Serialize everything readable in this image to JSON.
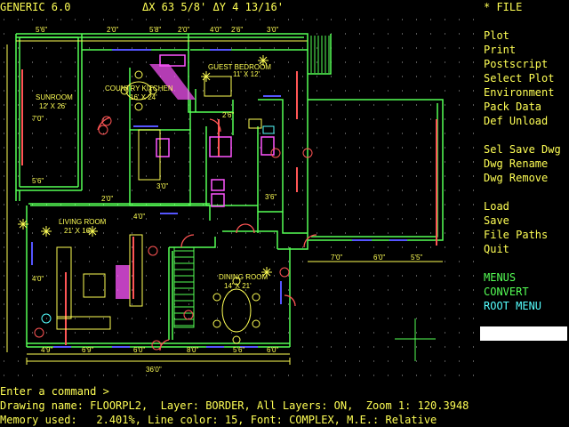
{
  "title_bar": {
    "app": "GENERIC 6.0",
    "coords": "ΔX 63 5/8' ΔY 4 13/16'"
  },
  "menu": {
    "header": "* FILE",
    "group1": [
      "Plot",
      "Print",
      "Postscript",
      "Select Plot",
      "Environment",
      "Pack Data",
      "Def Unload"
    ],
    "group2": [
      "Sel Save Dwg",
      "Dwg Rename",
      "Dwg Remove"
    ],
    "group3": [
      "Load",
      "Save",
      "File Paths",
      "Quit"
    ],
    "group4": [
      {
        "label": "MENUS",
        "color": "#55ff55"
      },
      {
        "label": "CONVERT",
        "color": "#55ff55"
      },
      {
        "label": "ROOT MENU",
        "color": "#55ffff"
      }
    ],
    "input_value": ""
  },
  "drawing": {
    "room_labels": {
      "sunroom": "SUNROOM",
      "sunroom_size": "12' X 26'",
      "kitchen": "COUNTRY KITCHEN",
      "kitchen_size": "16' X 24'",
      "bedroom": "GUEST BEDROOM",
      "bedroom_size": "11' X 12'",
      "living": "LIVING ROOM",
      "living_size": "21' X 16'",
      "dining": "DINING ROOM",
      "dining_size": "14' X 21'"
    },
    "dimensions": {
      "bottom_total": "36'0\"",
      "bottom_segments": [
        "4'9\"",
        "6'9\"",
        "6'0\"",
        "8'0\"",
        "5'6\"",
        "6'0\""
      ],
      "top_segments": [
        "5'6\"",
        "2'0\"",
        "5'8\"",
        "2'0\"",
        "4'0\"",
        "2'6\"",
        "3'0\""
      ],
      "patio": [
        "7'0\"",
        "6'0\"",
        "5'5\""
      ],
      "left_side": [
        "5'6\"",
        "7'0\"",
        "4'0\""
      ],
      "inner": [
        "3'0\"",
        "2'0\"",
        "2'6\"",
        "3'6\"",
        "4'0\""
      ]
    },
    "colors": {
      "wall": "#55ff55",
      "dimension": "#ffff55",
      "window": "#ff5555",
      "door": "#ff5555",
      "furniture": "#ffff55",
      "appliance": "#ff55ff",
      "fixture": "#55ffff",
      "opening": "#5555ff",
      "grid": "#aaaaaa"
    }
  },
  "command": {
    "prompt": "Enter a command >",
    "status1": "Drawing name: FLOORPL2,  Layer: BORDER, All Layers: ON,  Zoom 1: 120.3948",
    "status2": "Memory used:   2.401%, Line color: 15, Font: COMPLEX, M.E.: Relative"
  }
}
